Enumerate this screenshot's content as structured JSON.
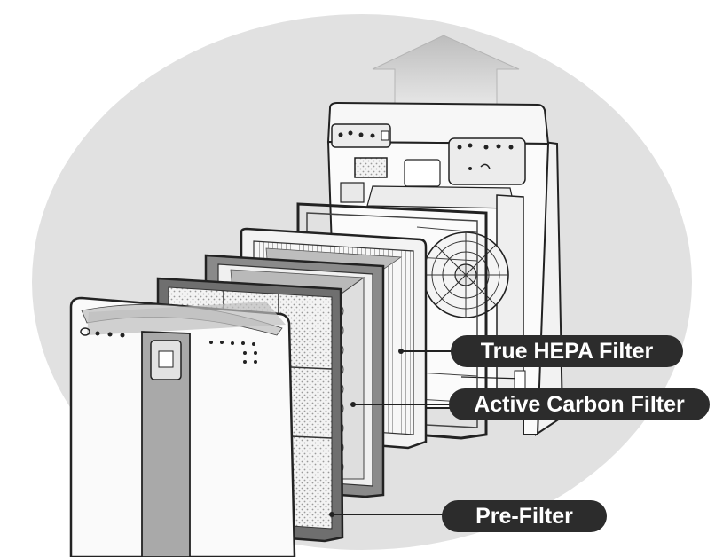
{
  "labels": {
    "hepa": "True HEPA Filter",
    "carbon": "Active Carbon Filter",
    "prefilter": "Pre-Filter"
  },
  "colors": {
    "background_oval": "#e1e1e1",
    "arrow": "#c9c9c9",
    "outline": "#222222",
    "filter_frame": "#6f6f6f",
    "carbon_frame": "#8a8a8a",
    "label_pill": "#2c2c2c",
    "label_text": "#ffffff"
  }
}
